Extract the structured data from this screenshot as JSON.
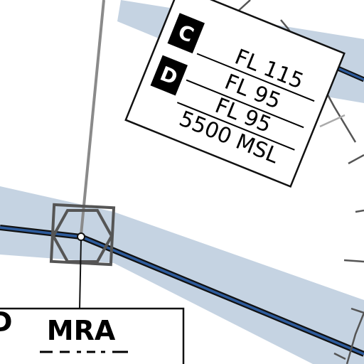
{
  "colors": {
    "airway_band": "#c5d3e2",
    "airway_line": "#2d5b9c",
    "airway_outline": "#111111",
    "fix_symbol": "#555555",
    "leader_line": "#8a8a8a",
    "compass_rose": "#555555"
  },
  "airspace_box": {
    "rows": [
      {
        "class": "C",
        "altitude": "FL 115"
      },
      {
        "class": "D",
        "altitude": "FL 95"
      }
    ],
    "lower_limits": [
      "FL 95",
      "5500 MSL"
    ]
  },
  "mra_box": {
    "label": "MRA",
    "partial_text_left": "D"
  },
  "icons": {
    "fix": "reporting-point-hexagon-icon",
    "class_badge": "airspace-class-badge-icon"
  }
}
